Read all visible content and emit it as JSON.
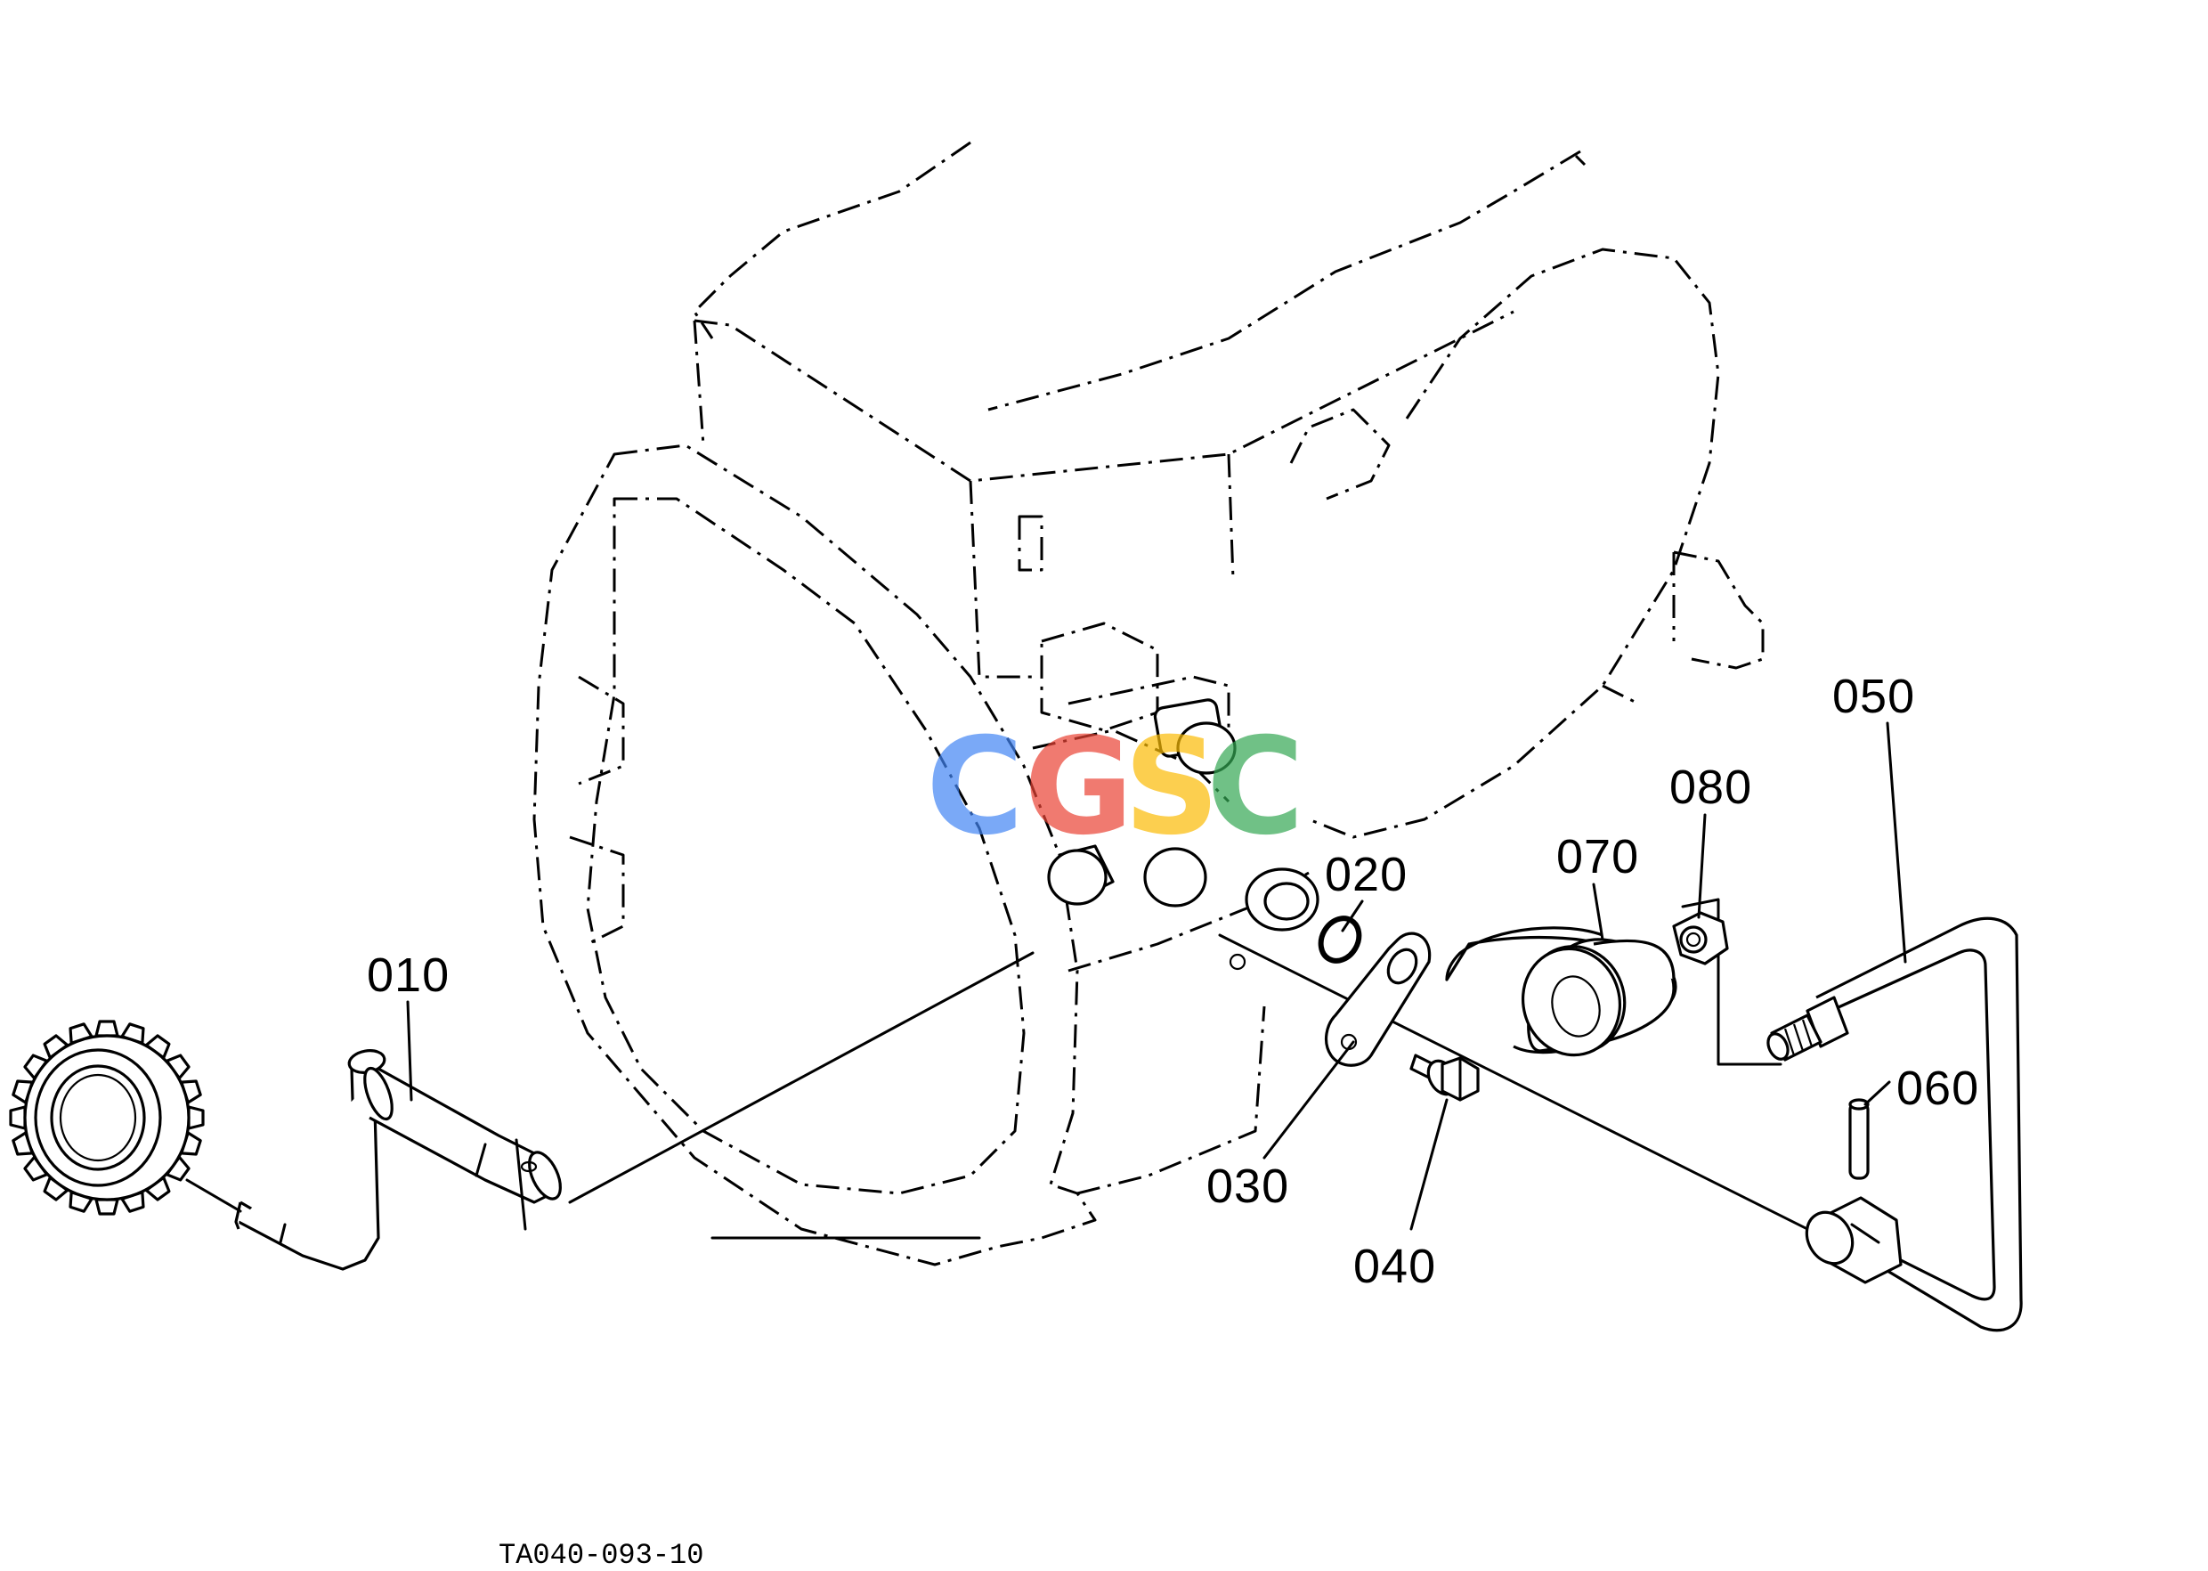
{
  "diagram": {
    "figure_ref": "TA040-093-10",
    "parts": [
      {
        "id": "010",
        "label": "010",
        "icon": "gear-shaft-lever"
      },
      {
        "id": "020",
        "label": "020",
        "icon": "o-ring"
      },
      {
        "id": "030",
        "label": "030",
        "icon": "plate"
      },
      {
        "id": "040",
        "label": "040",
        "icon": "flange-bolt"
      },
      {
        "id": "050",
        "label": "050",
        "icon": "lever-rod"
      },
      {
        "id": "060",
        "label": "060",
        "icon": "pin"
      },
      {
        "id": "070",
        "label": "070",
        "icon": "knob"
      },
      {
        "id": "080",
        "label": "080",
        "icon": "nut"
      }
    ]
  },
  "watermark": {
    "letters": [
      "C",
      "G",
      "S",
      "C"
    ],
    "colors": [
      "#4285F4",
      "#EA4335",
      "#FBBC05",
      "#34A853"
    ]
  }
}
